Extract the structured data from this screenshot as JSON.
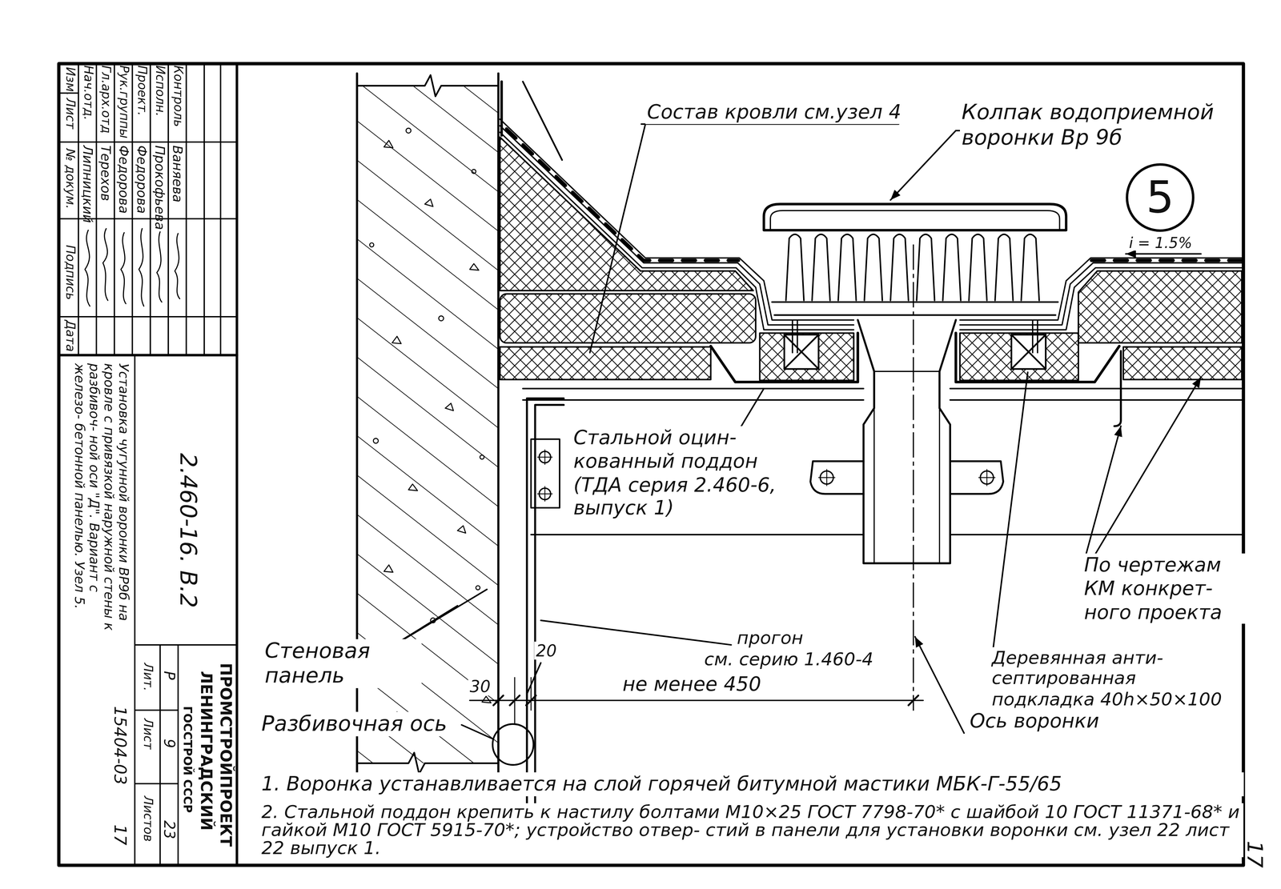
{
  "diagram": {
    "nodes": [
      {
        "text": [
          "5"
        ]
      }
    ],
    "labels": [
      "Состав кровли см.узел 4",
      "Колпак водоприемной воронки Вр 9б",
      "i = 1.5%",
      "Стальной оцин- кованный поддон (ТДА серия 2.460-6, выпуск 1)",
      "По чертежам КМ конкрет- ного проекта",
      "Деревянная анти- септированная подкладка 40h×50×100",
      "Ось воронки",
      "прогон",
      "см. серию 1.460-4",
      "не менее 450",
      "20",
      "30",
      "Стеновая панель",
      "Разбивочная ось",
      "1. Воронка устанавливается на слой горячей битумной мастики МБК-Г-55/65",
      "2. Стальной поддон крепить к настилу болтами М10×25 ГОСТ 7798-70* с шайбой 10 ГОСТ 11371-68* и гайкой М10 ГОСТ 5915-70*; устройство отвер- стий в панели для установки воронки см. узел 22 лист 22 выпуск 1.",
      "Изм.",
      "Лист",
      "№ докум.",
      "Подпись",
      "Дата",
      "Нач.отд.",
      "Липницкий",
      "Гл.арх.отд",
      "Терехов",
      "Рук.группы",
      "Федорова",
      "Проект.",
      "Федорова",
      "Исполн.",
      "Прокофьева",
      "Контроль",
      "Ваняева",
      "2.460-16. В.2",
      "Установка чугунной воронки ВР9б на кровле с привязкой наружной стены к разбивоч- ной оси \"Д\". Вариант с железо- бетонной панелью. Узел 5.",
      "Лит.",
      "Лист",
      "Листов",
      "Р",
      "9",
      "23",
      "ГОССТРОЙ СССР",
      "ЛЕНИНГРАДСКИЙ",
      "ПРОМСТРОЙПРОЕКТ",
      "15404-03",
      "17",
      "17"
    ]
  }
}
